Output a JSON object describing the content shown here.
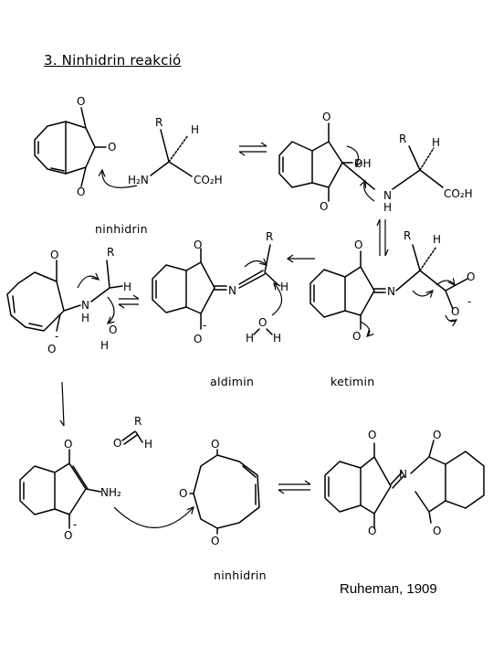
{
  "title": "3. Ninhidrin reakció",
  "captions": {
    "ninhidrin_top": "ninhidrin",
    "aldimin": "aldimin",
    "ketimin": "ketimin",
    "ninhidrin_bottom": "ninhidrin"
  },
  "credit": "Ruheman, 1909",
  "atoms": {
    "O": "O",
    "R": "R",
    "H": "H",
    "N": "N",
    "OH": "OH",
    "H2N": "H₂N",
    "CO2H": "CO₂H",
    "NH2": "NH₂",
    "minus": "-"
  }
}
